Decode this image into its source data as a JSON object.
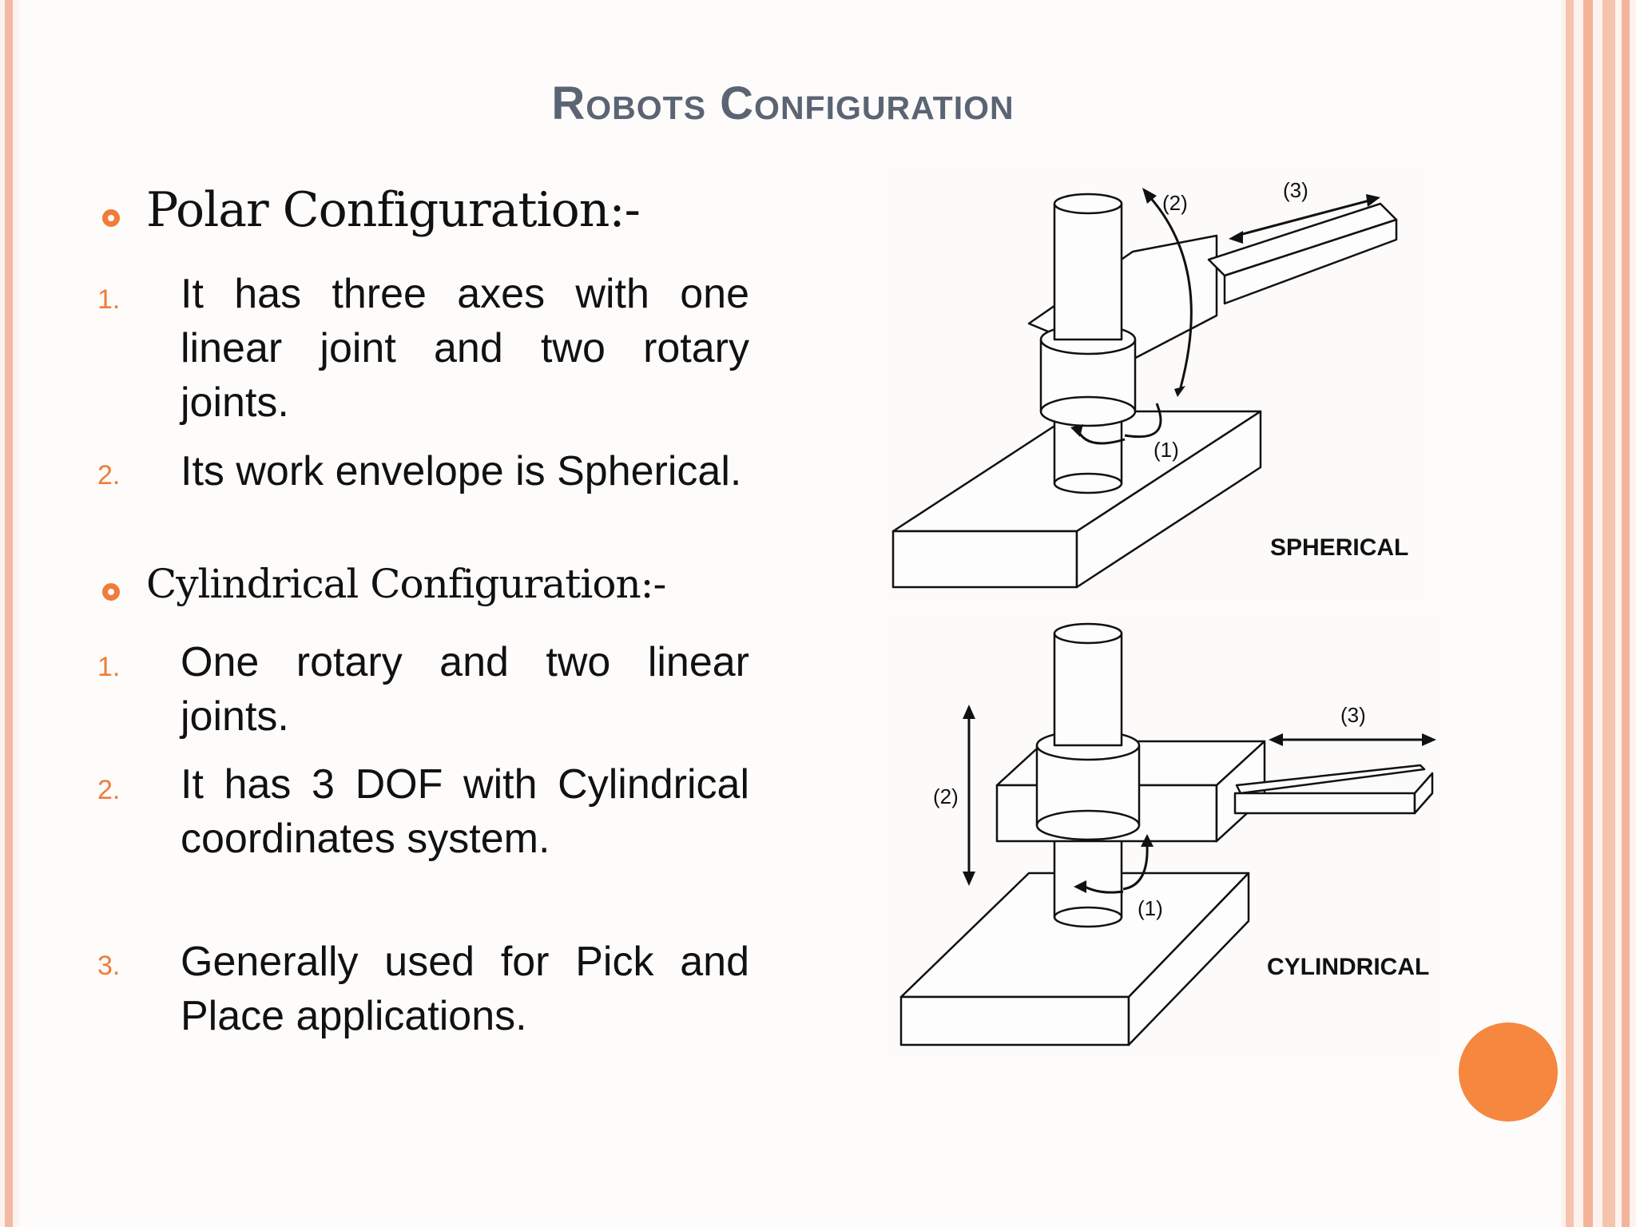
{
  "slide": {
    "title": "Robots Configuration",
    "sections": [
      {
        "heading": "Polar Configuration:-",
        "items": [
          {
            "num": "1.",
            "text": "It has three axes with one linear joint and two rotary joints."
          },
          {
            "num": "2.",
            "text": "Its work envelope is Spherical."
          }
        ]
      },
      {
        "heading": "Cylindrical Configuration:-",
        "items": [
          {
            "num": "1.",
            "text": "One rotary and two linear joints."
          },
          {
            "num": "2.",
            "text": "It has 3 DOF with Cylindrical coordinates system."
          },
          {
            "num": "3.",
            "text": "Generally used for Pick and Place applications."
          }
        ]
      }
    ]
  },
  "figures": {
    "spherical": {
      "caption": "SPHERICAL",
      "labels": [
        "(1)",
        "(2)",
        "(3)"
      ]
    },
    "cylindrical": {
      "caption": "CYLINDRICAL",
      "labels": [
        "(1)",
        "(2)",
        "(3)"
      ]
    }
  },
  "colors": {
    "accent": "#f07c3a",
    "title": "#5b6473",
    "border": "#f4b9a2",
    "dot": "#f5873f"
  }
}
